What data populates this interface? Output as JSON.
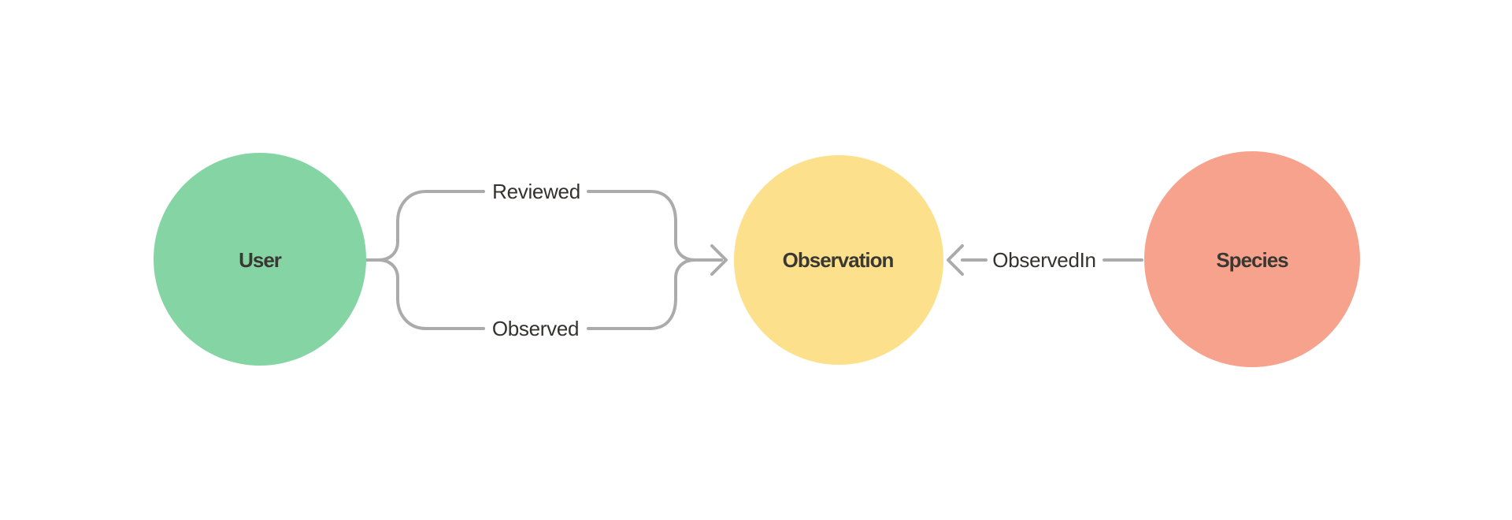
{
  "diagram": {
    "background_color": "#ffffff",
    "edge_color": "#ababab",
    "edge_label_color": "#34322d",
    "node_label_color": "#3a3833",
    "nodes": [
      {
        "id": "user",
        "label": "User",
        "color": "#85d4a4"
      },
      {
        "id": "observation",
        "label": "Observation",
        "color": "#fce08c"
      },
      {
        "id": "species",
        "label": "Species",
        "color": "#f6a28c"
      }
    ],
    "edges": [
      {
        "label": "Reviewed",
        "source": "User",
        "target": "Observation"
      },
      {
        "label": "Observed",
        "source": "User",
        "target": "Observation"
      },
      {
        "label": "ObservedIn",
        "source": "Species",
        "target": "Observation"
      }
    ]
  }
}
